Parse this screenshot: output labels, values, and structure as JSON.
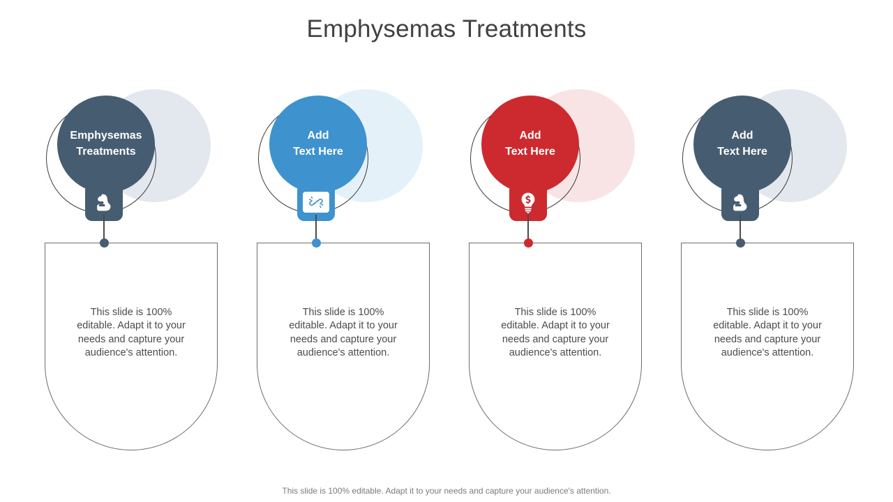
{
  "slide": {
    "title": "Emphysemas Treatments",
    "footer_note": "This slide is 100% editable. Adapt it to your needs and capture your audience's attention."
  },
  "colors": {
    "title_text": "#414141",
    "body_text": "#4c4c4c",
    "footer_text": "#7b7b7b",
    "panel_outline": "#6c6c6c",
    "connector": "#4a4a4a"
  },
  "columns": [
    {
      "circle_label": "Emphysemas\nTreatments",
      "icon": "flexed-bicep-icon",
      "badge_style": "solid",
      "accent": "#465C70",
      "halo": "#E3E8EE",
      "body": "This slide is 100% editable. Adapt it to your needs and capture your audience's attention."
    },
    {
      "circle_label": "Add\nText Here",
      "icon": "broken-chain-icon",
      "badge_style": "plate",
      "accent": "#3E93CE",
      "halo": "#E4F1F9",
      "body": "This slide is 100% editable. Adapt it to your needs and capture your audience's attention."
    },
    {
      "circle_label": "Add\nText Here",
      "icon": "lightbulb-dollar-icon",
      "badge_style": "solid",
      "accent": "#CC2A2F",
      "halo": "#F8E4E4",
      "body": "This slide is 100% editable. Adapt it to your needs and capture your audience's attention."
    },
    {
      "circle_label": "Add\nText Here",
      "icon": "flexed-bicep-icon",
      "badge_style": "solid",
      "accent": "#465C70",
      "halo": "#E3E8EE",
      "body": "This slide is 100% editable. Adapt it to your needs and capture your audience's attention."
    }
  ]
}
